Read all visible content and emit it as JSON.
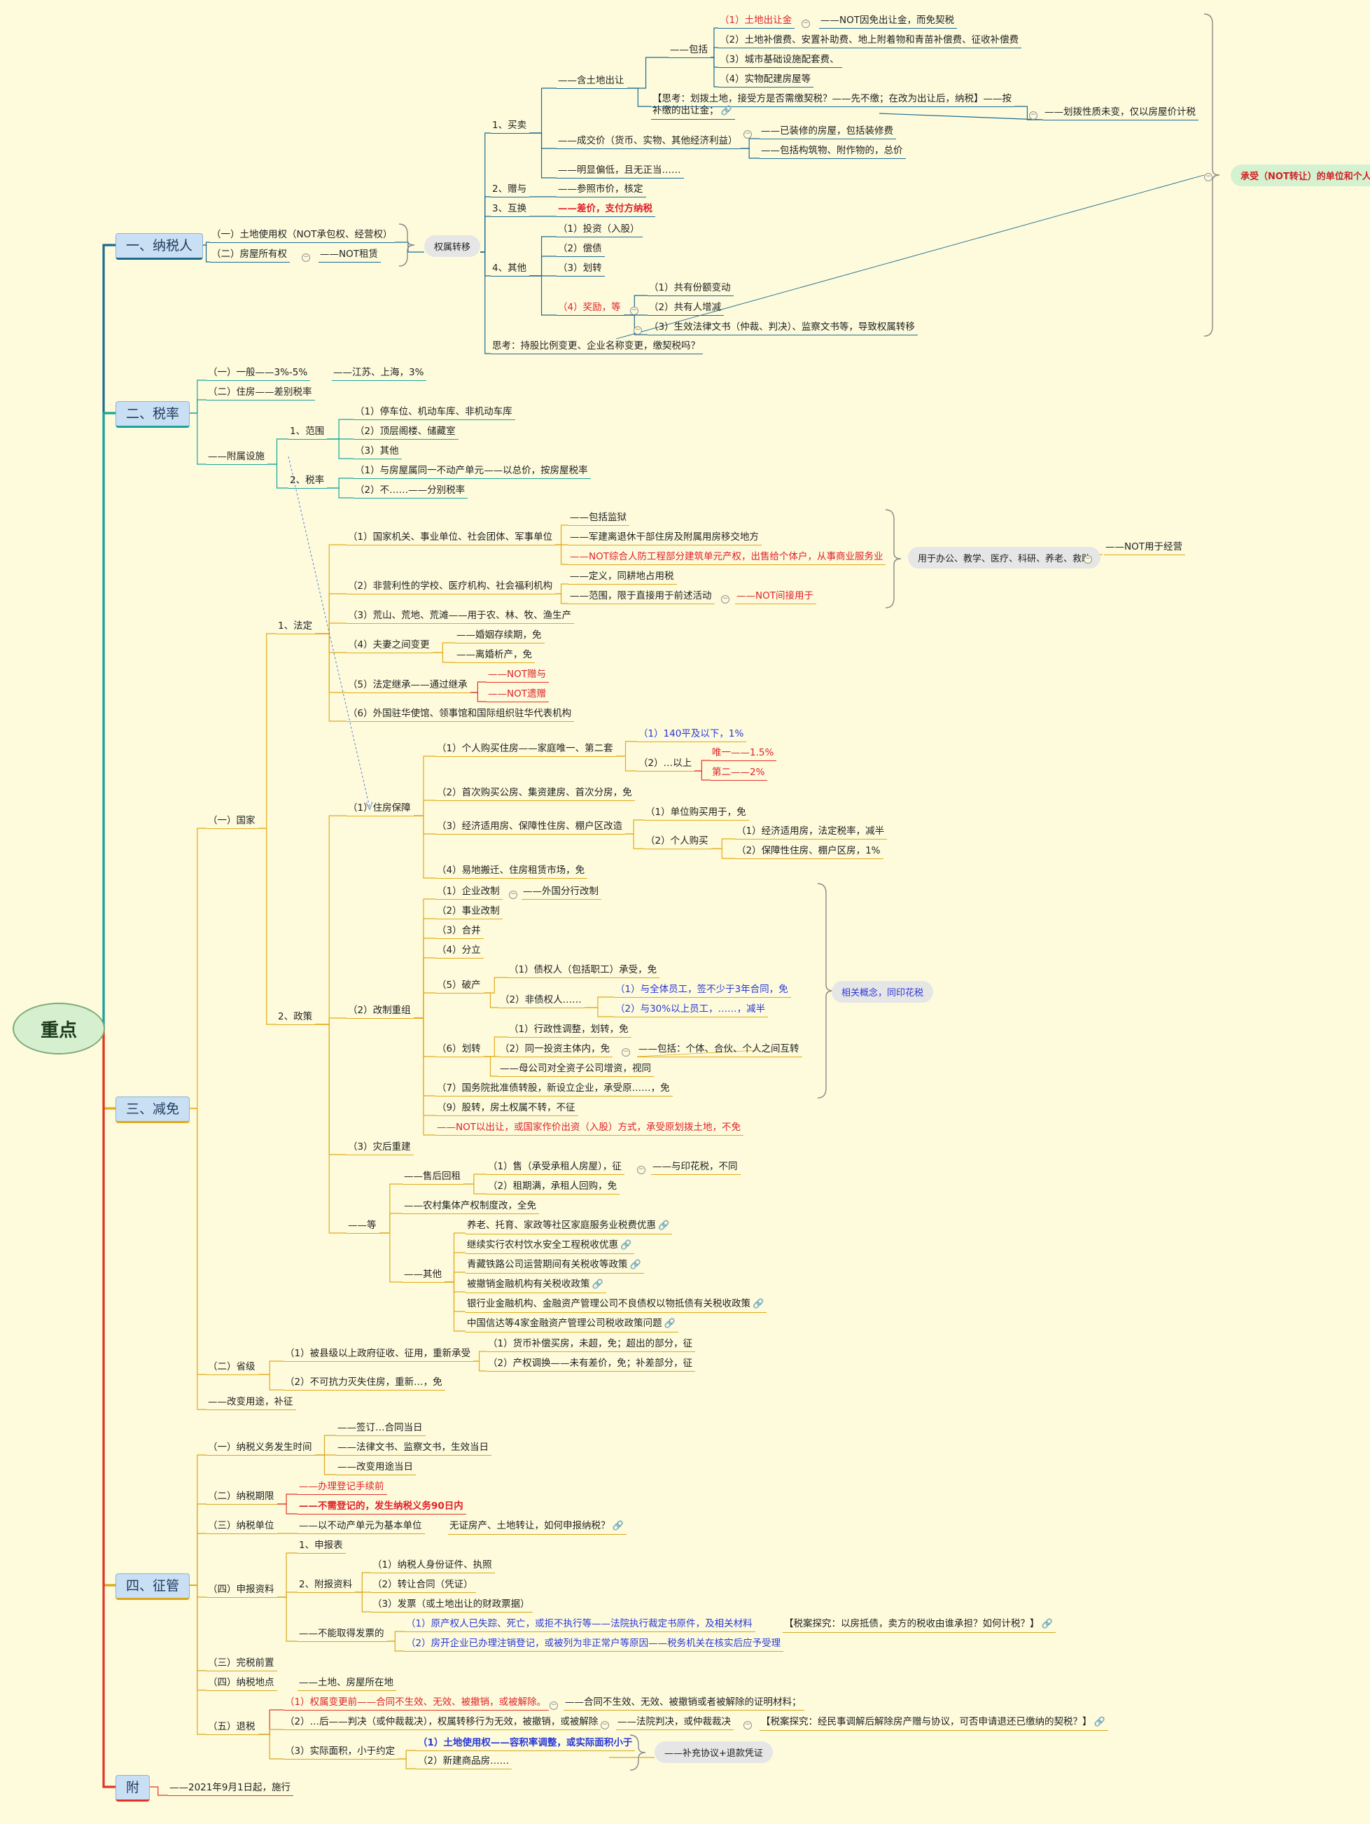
{
  "root": "重点",
  "sections": [
    {
      "label": "一、纳税人",
      "color": "#1d6a8f"
    },
    {
      "label": "二、税率",
      "color": "#1aa39a"
    },
    {
      "label": "三、减免",
      "color": "#e3a91a"
    },
    {
      "label": "四、征管",
      "color": "#d9a620"
    },
    {
      "label": "附",
      "color": "#e33328"
    }
  ],
  "nodes": {
    "a1": "（一）土地使用权（NOT承包权、经营权）",
    "a2": "（二）房屋所有权",
    "a2b": "——NOT租赁",
    "a3": "权属转移",
    "a4": "1、买卖",
    "a5": "——含土地出让",
    "a6": "——包括",
    "a7": "（1）土地出让金",
    "a7b": "——NOT因免出让金，而免契税",
    "a8": "（2）土地补偿费、安置补助费、地上附着物和青苗补偿费、征收补偿费",
    "a9": "（3）城市基础设施配套费、",
    "a10": "（4）实物配建房屋等",
    "a11": "【思考：划拨土地，接受方是否需缴契税？——先不缴；在改为出让后，纳税】——按",
    "a11b": "补缴的出让金；",
    "a12": "——划拨性质未变，仅以房屋价计税",
    "a13": "——成交价（货币、实物、其他经济利益）",
    "a14": "——已装修的房屋，包括装修费",
    "a15": "——包括构筑物、附作物的，总价",
    "a16": "——明显偏低，且无正当……",
    "a17": "2、赠与",
    "a18": "——参照市价，核定",
    "a19": "3、互换",
    "a20": "——差价，支付方纳税",
    "a21": "4、其他",
    "a22": "（1）投资（入股）",
    "a23": "（2）偿债",
    "a24": "（3）划转",
    "a25": "（4）奖励，等",
    "a26": "（1）共有份额变动",
    "a27": "（2）共有人增减",
    "a28": "（3）生效法律文书（仲裁、判决）、监察文书等，导致权属转移",
    "a29": "思考：持股比例变更、企业名称变更，缴契税吗？",
    "a30": "承受（NOT转让）的单位和个人",
    "b1": "（一）一般——3%-5%",
    "b1b": "——江苏、上海，3%",
    "b2": "（二）住房——差别税率",
    "b3": "——附属设施",
    "b4": "1、范围",
    "b5": "（1）停车位、机动车库、非机动车库",
    "b6": "（2）顶层阁楼、储藏室",
    "b7": "（3）其他",
    "b8": "2、税率",
    "b9": "（1）与房屋属同一不动产单元——以总价，按房屋税率",
    "b10": "（2）不……——分别税率",
    "c1": "（一）国家",
    "c2": "1、法定",
    "c3": "（1）国家机关、事业单位、社会团体、军事单位",
    "c4": "——包括监狱",
    "c5": "——军建离退休干部住房及附属用房移交地方",
    "c6": "——NOT综合人防工程部分建筑单元产权，出售给个体户，从事商业服务业",
    "c7": "（2）非营利性的学校、医疗机构、社会福利机构",
    "c8": "——定义，同耕地占用税",
    "c9": "——范围，限于直接用于前述活动",
    "c9b": "——NOT间接用于",
    "c10": "用于办公、教学、医疗、科研、养老、救助",
    "c10b": "——NOT用于经营",
    "c11": "（3）荒山、荒地、荒滩——用于农、林、牧、渔生产",
    "c12": "（4）夫妻之间变更",
    "c13": "——婚姻存续期，免",
    "c14": "——离婚析产，免",
    "c15": "（5）法定继承——通过继承",
    "c16": "——NOT赠与",
    "c17": "——NOT遗赠",
    "c18": "（6）外国驻华使馆、领事馆和国际组织驻华代表机构",
    "c19": "2、政策",
    "c20": "（1）住房保障",
    "c21": "（1）个人购买住房——家庭唯一、第二套",
    "c22": "（1）140平及以下，1%",
    "c23": "（2）…以上",
    "c24": "唯一——1.5%",
    "c25": "第二——2%",
    "c26": "（2）首次购买公房、集资建房、首次分房，免",
    "c27": "（3）经济适用房、保障性住房、棚户区改造",
    "c28": "（1）单位购买用于，免",
    "c29": "（2）个人购买",
    "c30": "（1）经济适用房，法定税率，减半",
    "c31": "（2）保障性住房、棚户区房，1%",
    "c32": "（4）易地搬迁、住房租赁市场，免",
    "c33": "（2）改制重组",
    "c34": "（1）企业改制",
    "c34b": "——外国分行改制",
    "c35": "（2）事业改制",
    "c36": "（3）合并",
    "c37": "（4）分立",
    "c38": "（5）破产",
    "c39": "（1）债权人（包括职工）承受，免",
    "c40": "（2）非债权人……",
    "c41": "（1）与全体员工，签不少于3年合同，免",
    "c42": "（2）与30%以上员工，……，减半",
    "c43": "（6）划转",
    "c44": "（1）行政性调整，划转，免",
    "c45": "（2）同一投资主体内，免",
    "c45b": "——包括：个体、合伙、个人之间互转",
    "c46": "——母公司对全资子公司增资，视同",
    "c47": "（7）国务院批准债转股，新设立企业，承受原……，免",
    "c48": "（9）股转，房土权属不转，不征",
    "c49": "——NOT以出让，或国家作价出资（入股）方式，承受原划拨土地，不免",
    "c50": "相关概念，同印花税",
    "c51": "（3）灾后重建",
    "c52": "——等",
    "c53": "——售后回租",
    "c54": "（1）售（承受承租人房屋），征",
    "c54b": "——与印花税，不同",
    "c55": "（2）租期满，承租人回购，免",
    "c56": "——农村集体产权制度改，全免",
    "c57": "——其他",
    "c58": "养老、托育、家政等社区家庭服务业税费优惠",
    "c59": "继续实行农村饮水安全工程税收优惠",
    "c60": "青藏铁路公司运营期间有关税收等政策",
    "c61": "被撤销金融机构有关税收政策",
    "c62": "银行业金融机构、金融资产管理公司不良债权以物抵债有关税收政策",
    "c63": "中国信达等4家金融资产管理公司税收政策问题",
    "c64": "（二）省级",
    "c65": "（1）被县级以上政府征收、征用，重新承受",
    "c66": "（1）货币补偿买房，未超，免；超出的部分，征",
    "c67": "（2）产权调换——未有差价，免；补差部分，征",
    "c68": "（2）不可抗力灭失住房，重新…，免",
    "c69": "——改变用途，补征",
    "d1": "（一）纳税义务发生时间",
    "d2": "——签订…合同当日",
    "d3": "——法律文书、监察文书，生效当日",
    "d4": "——改变用途当日",
    "d5": "（二）纳税期限",
    "d6": "——办理登记手续前",
    "d7": "——不需登记的，发生纳税义务90日内",
    "d8": "（三）纳税单位",
    "d8b": "——以不动产单元为基本单位",
    "d8c": "无证房产、土地转让，如何申报纳税？",
    "d9": "（四）申报资料",
    "d10": "1、申报表",
    "d11": "2、附报资料",
    "d12": "（1）纳税人身份证件、执照",
    "d13": "（2）转让合同（凭证）",
    "d14": "（3）发票（或土地出让的财政票据）",
    "d15": "——不能取得发票的",
    "d16": "（1）原产权人已失踪、死亡，或拒不执行等——法院执行裁定书原件，及相关材料",
    "d16b": "【税案探究：以房抵债，卖方的税收由谁承担？如何计税？】",
    "d17": "（2）房开企业已办理注销登记，或被列为非正常户等原因——税务机关在核实后应予受理",
    "d18": "（三）完税前置",
    "d19": "（四）纳税地点",
    "d19b": "——土地、房屋所在地",
    "d20": "（五）退税",
    "d21": "（1）权属变更前——合同不生效、无效、被撤销，或被解除。",
    "d21b": "——合同不生效、无效、被撤销或者被解除的证明材料；",
    "d22": "（2）…后——判决（或仲裁裁决），权属转移行为无效，被撤销，或被解除",
    "d22b": "——法院判决，或仲裁裁决",
    "d22c": "【税案探究：经民事调解后解除房产赠与协议，可否申请退还已缴纳的契税？】",
    "d23": "（3）实际面积，小于约定",
    "d24": "（1）土地使用权——容积率调整，或实际面积小于",
    "d25": "（2）新建商品房……",
    "d26": "——补充协议+退款凭证",
    "e1": "——2021年9月1日起，施行"
  }
}
